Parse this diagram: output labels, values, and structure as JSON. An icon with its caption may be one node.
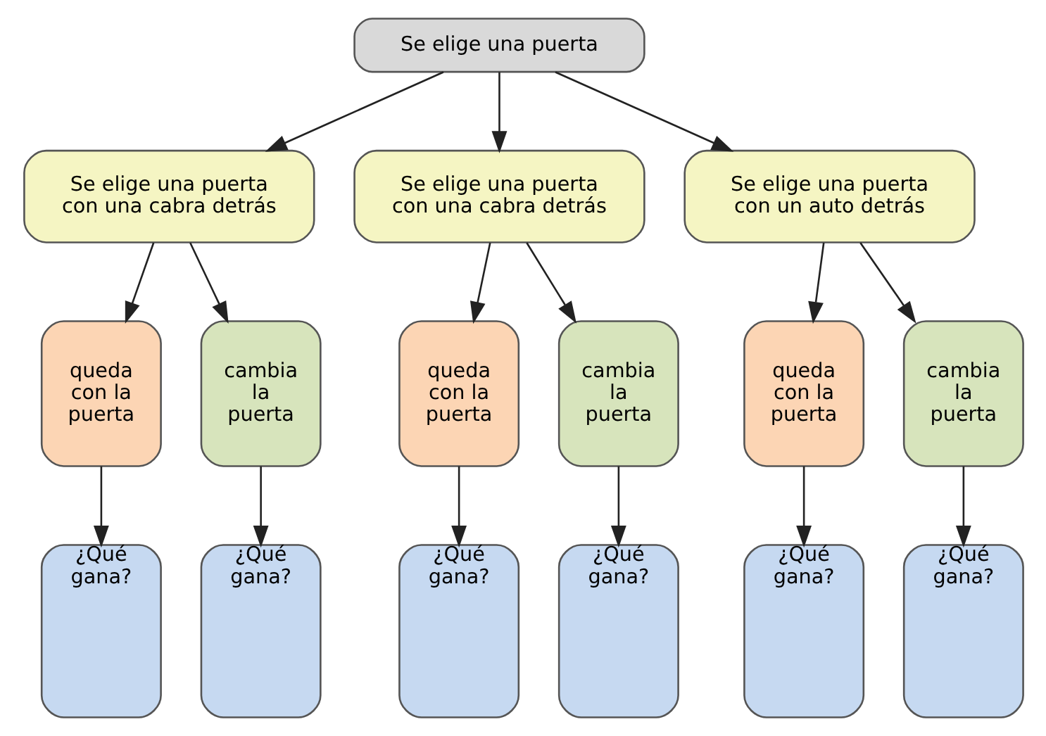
{
  "diagram": {
    "nodes": [
      {
        "text": [
          "Se elige una puerta"
        ]
      },
      {
        "text": [
          "Se elige una puerta con una cabra detrás"
        ]
      },
      {
        "text": [
          "Se elige una puerta con una cabra detrás"
        ]
      },
      {
        "text": [
          "Se elige una puerta con un auto detrás"
        ]
      },
      {
        "text": [
          "queda con la puerta"
        ]
      },
      {
        "text": [
          "cambia la puerta"
        ]
      },
      {
        "text": [
          "queda con la puerta"
        ]
      },
      {
        "text": [
          "cambia la puerta"
        ]
      },
      {
        "text": [
          "queda con la puerta"
        ]
      },
      {
        "text": [
          "cambia la puerta"
        ]
      },
      {
        "text": [
          "¿Qué gana?"
        ]
      },
      {
        "text": [
          "¿Qué gana?"
        ]
      },
      {
        "text": [
          "¿Qué gana?"
        ]
      },
      {
        "text": [
          "¿Qué gana?"
        ]
      },
      {
        "text": [
          "¿Qué gana?"
        ]
      },
      {
        "text": [
          "¿Qué gana?"
        ]
      }
    ],
    "edges": [
      {
        "from": 0,
        "to": 1,
        "arrow": "to"
      },
      {
        "from": 0,
        "to": 2,
        "arrow": "to"
      },
      {
        "from": 0,
        "to": 3,
        "arrow": "to"
      },
      {
        "from": 1,
        "to": 4,
        "arrow": "to"
      },
      {
        "from": 1,
        "to": 5,
        "arrow": "to"
      },
      {
        "from": 2,
        "to": 6,
        "arrow": "to"
      },
      {
        "from": 2,
        "to": 7,
        "arrow": "to"
      },
      {
        "from": 3,
        "to": 8,
        "arrow": "to"
      },
      {
        "from": 3,
        "to": 9,
        "arrow": "to"
      },
      {
        "from": 4,
        "to": 10,
        "arrow": "to"
      },
      {
        "from": 5,
        "to": 11,
        "arrow": "to"
      },
      {
        "from": 6,
        "to": 12,
        "arrow": "to"
      },
      {
        "from": 7,
        "to": 13,
        "arrow": "to"
      },
      {
        "from": 8,
        "to": 14,
        "arrow": "to"
      },
      {
        "from": 9,
        "to": 15,
        "arrow": "to"
      }
    ]
  }
}
